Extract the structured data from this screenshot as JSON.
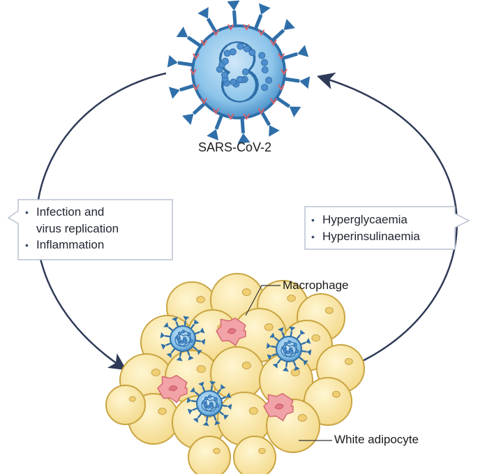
{
  "virus_label": "SARS-CoV-2",
  "left_callout": {
    "items": [
      "Infection and",
      "virus replication",
      "Inflammation"
    ]
  },
  "right_callout": {
    "items": [
      "Hyperglycaemia",
      "Hyperinsulinaemia"
    ]
  },
  "macrophage_label": "Macrophage",
  "adipocyte_label": "White adipocyte",
  "bullet_glyph": "•",
  "colors": {
    "arrow": "#2e3a57",
    "virus_body": "#5aa6dc",
    "virus_spike": "#2f6fa9",
    "adipocyte_fill": "#f8e6a6",
    "adipocyte_stroke": "#c9a440",
    "macrophage_fill": "#f2a3a8"
  }
}
